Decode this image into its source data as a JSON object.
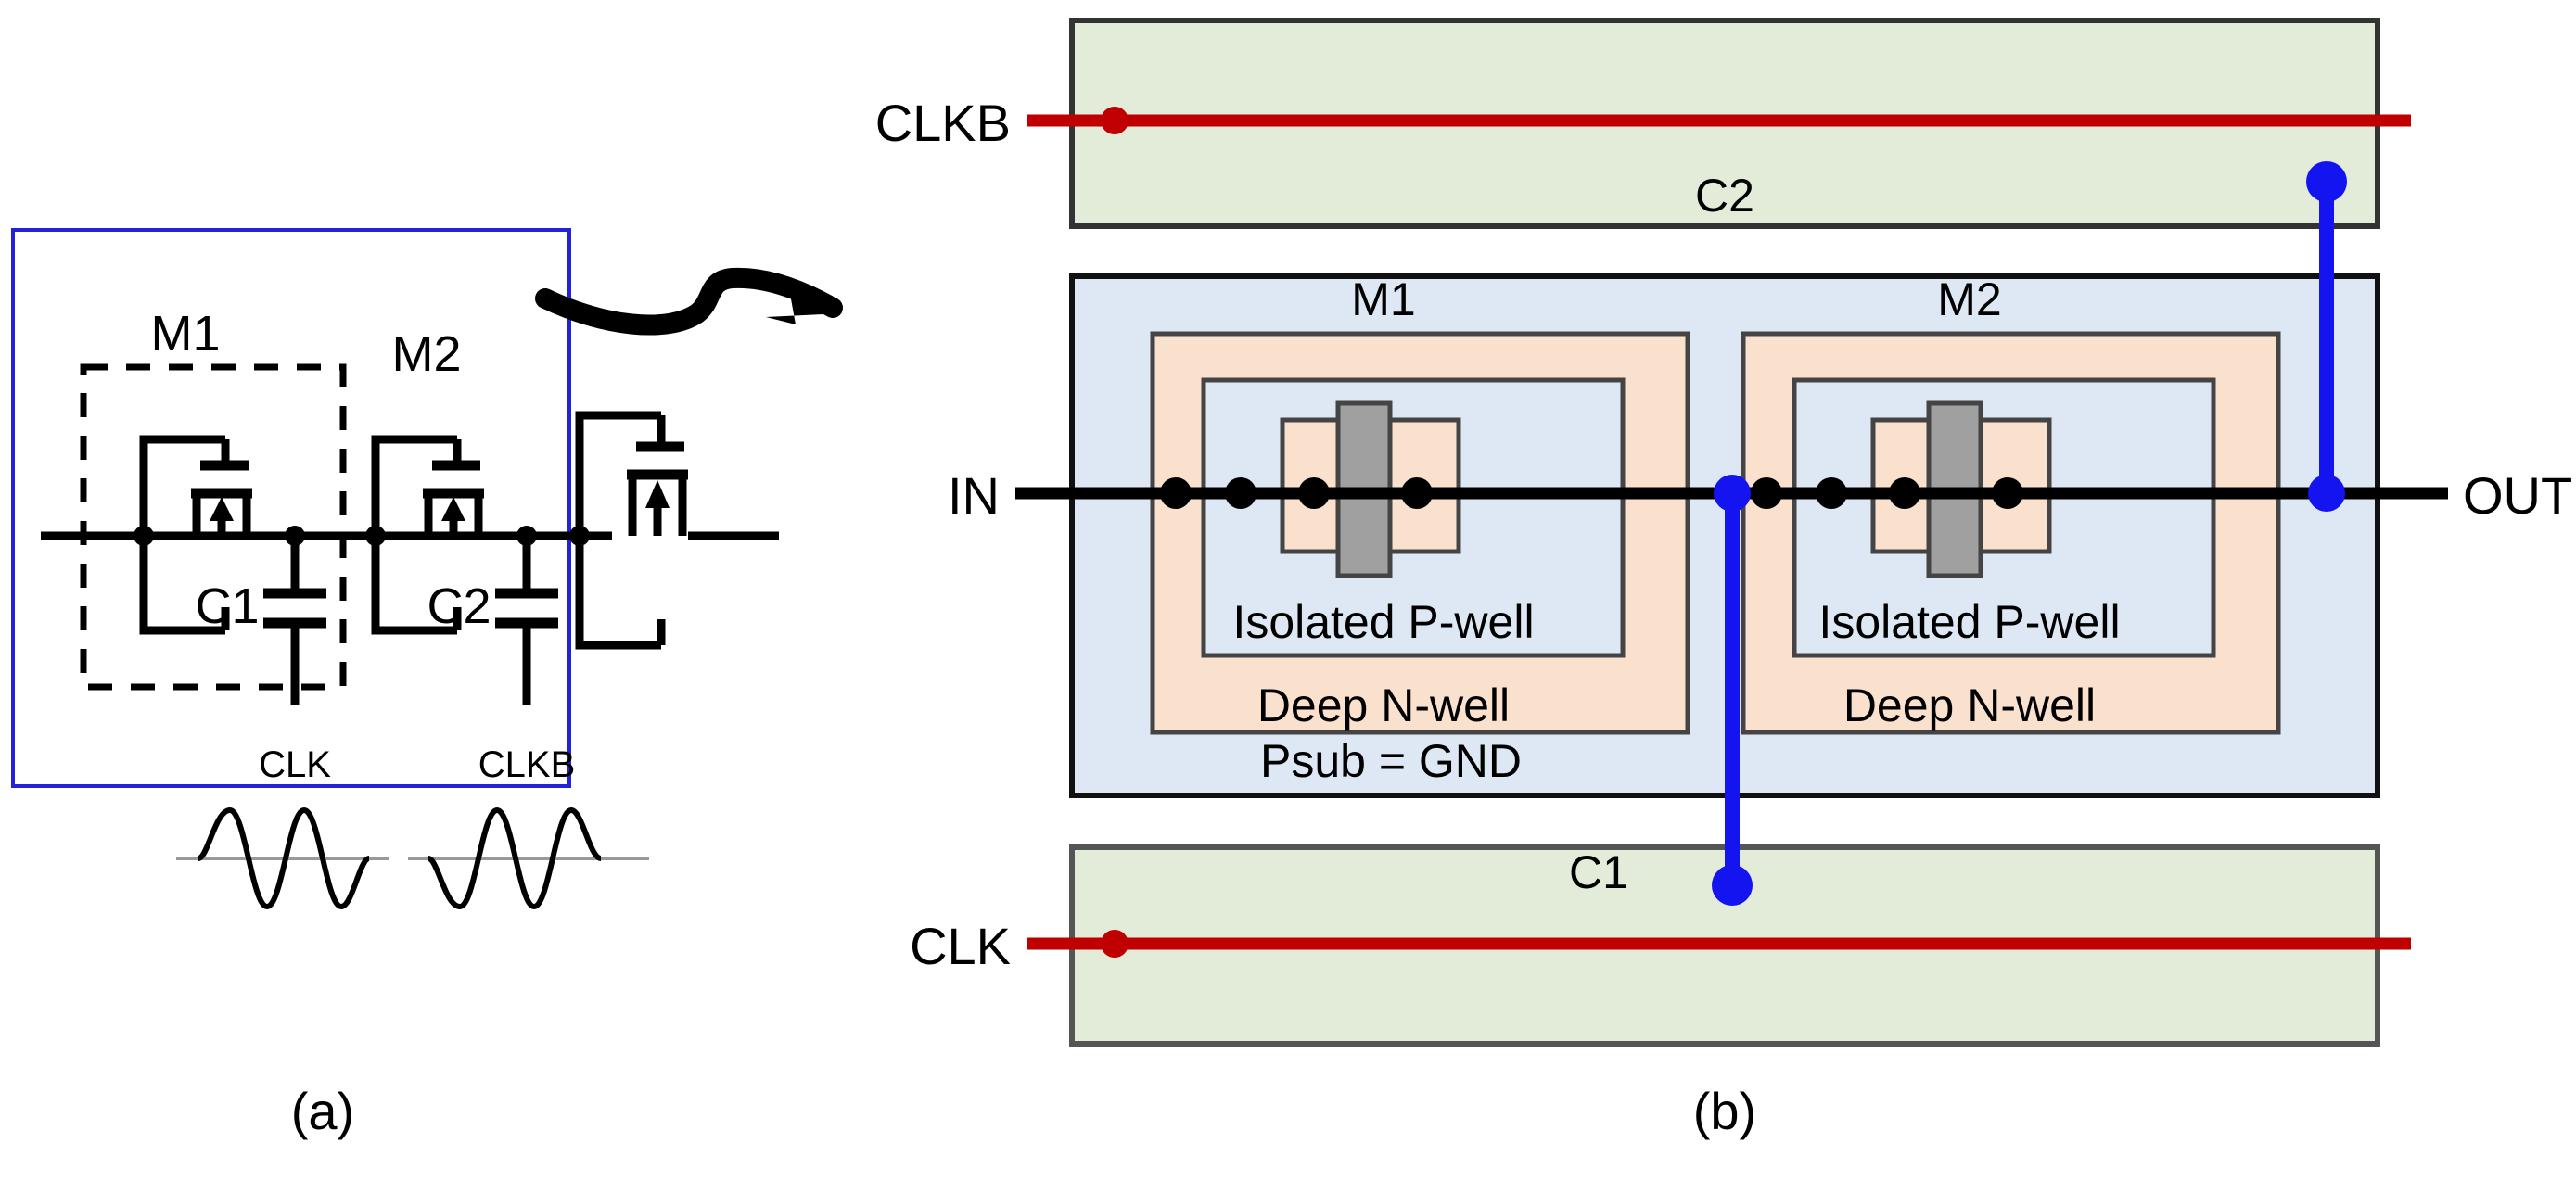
{
  "figure": {
    "captions": {
      "left": "(a)",
      "right": "(b)"
    }
  },
  "panel_a": {
    "name": "schematic-panel",
    "transistor_labels": [
      "M1",
      "M2"
    ],
    "capacitor_labels": [
      "C1",
      "C2"
    ],
    "clock_labels": [
      "CLK",
      "CLKB"
    ],
    "waveforms": [
      {
        "name": "CLK",
        "shape": "sine",
        "cycles": 2,
        "phase": "0"
      },
      {
        "name": "CLKB",
        "shape": "sine",
        "cycles": 2,
        "phase": "180"
      }
    ],
    "colors": {
      "highlight_box": "#2222dd",
      "dashed_box": "#000000",
      "wire": "#000000"
    }
  },
  "panel_b": {
    "name": "cross-section-panel",
    "top_cap": {
      "label": "C2",
      "port": "CLKB",
      "line_color": "#c00000",
      "fill": "#e2ecd8"
    },
    "bottom_cap": {
      "label": "C1",
      "port": "CLK",
      "line_color": "#c00000",
      "fill": "#e2ecd8"
    },
    "substrate": {
      "label": "Psub = GND",
      "fill": "#dde8f4"
    },
    "devices": [
      {
        "name": "M1",
        "deep_nwell_label": "Deep N-well",
        "isolated_pwell_label": "Isolated P-well",
        "gate_color": "#a0a0a0"
      },
      {
        "name": "M2",
        "deep_nwell_label": "Deep N-well",
        "isolated_pwell_label": "Isolated P-well",
        "gate_color": "#a0a0a0"
      }
    ],
    "ports": {
      "input": "IN",
      "output": "OUT"
    },
    "colors": {
      "nwell_fill": "#fae1ce",
      "pwell_fill": "#dde8f4",
      "via": "#1414f0",
      "contact": "#000000",
      "clock_line": "#c00000"
    }
  }
}
